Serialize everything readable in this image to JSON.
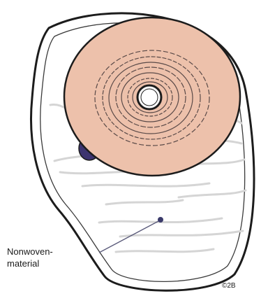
{
  "callout": {
    "line1": "Nonwoven-",
    "line2": "material"
  },
  "copyright": "©2B",
  "colors": {
    "bag_fill": "#ffffff",
    "bag_outline": "#1c1c1c",
    "baseplate_skin": "#edc1ab",
    "baseplate_rings": "#5a4a48",
    "fabric_texture": "#d5d5d5",
    "filter_blue": "#3d3470",
    "marker_dot": "#3a3a6a"
  },
  "icons": {
    "filter": "carbon-filter-shape",
    "marker": "callout-dot"
  }
}
